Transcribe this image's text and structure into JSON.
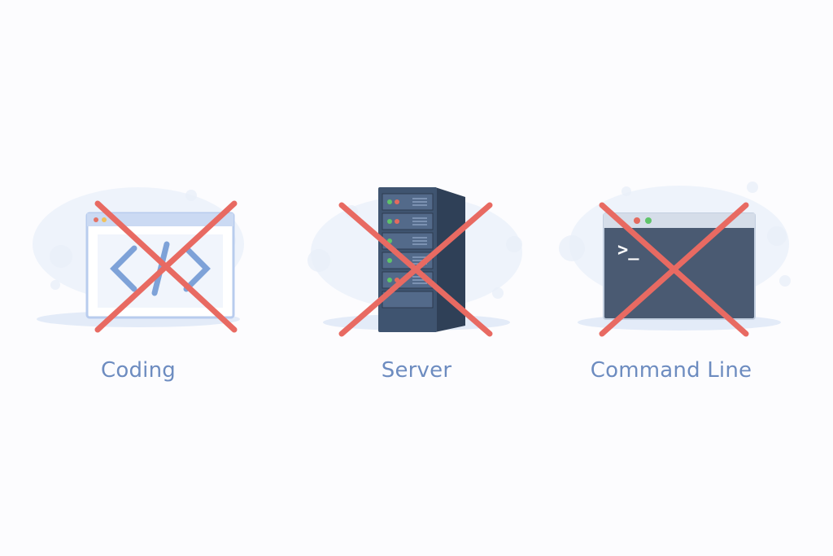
{
  "items": [
    {
      "id": "coding",
      "label": "Coding",
      "icon": "code-window-icon",
      "crossed_out": true
    },
    {
      "id": "server",
      "label": "Server",
      "icon": "server-rack-icon",
      "crossed_out": true
    },
    {
      "id": "command-line",
      "label": "Command Line",
      "icon": "terminal-window-icon",
      "crossed_out": true
    }
  ],
  "colors": {
    "background": "#fcfcfe",
    "caption": "#6d8cc0",
    "cross": "#e86a62",
    "splash": "#e6eef8",
    "window_frame": "#b9cdef",
    "code_symbol": "#7ea2d8",
    "server_body": "#3f5470",
    "terminal_body": "#4a5a72"
  },
  "terminal": {
    "prompt": ">_"
  }
}
